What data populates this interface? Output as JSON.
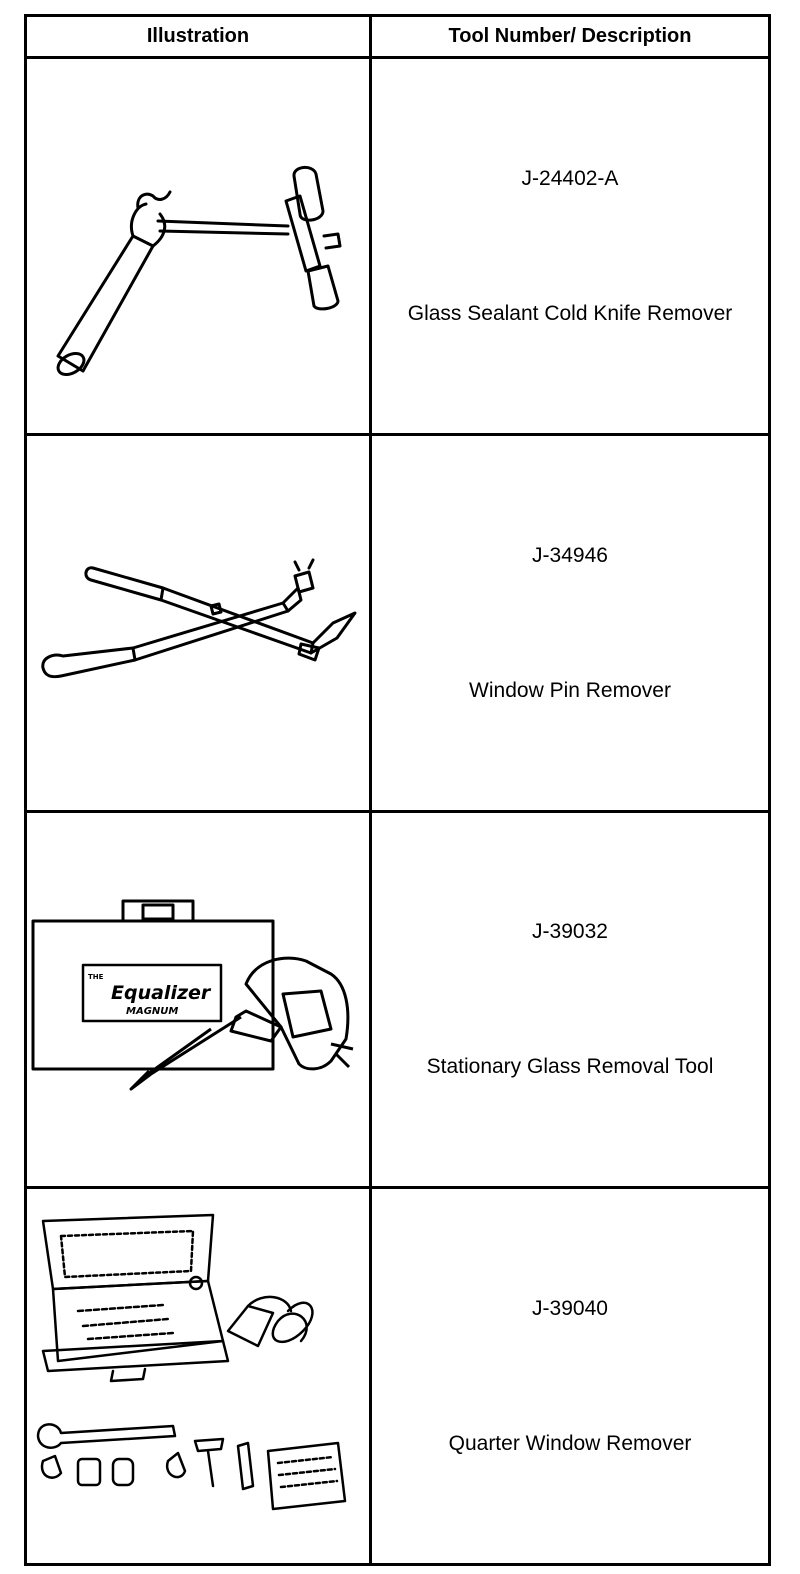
{
  "table": {
    "headers": [
      "Illustration",
      "Tool Number/ Description"
    ],
    "rows": [
      {
        "number": "J-24402-A",
        "description": "Glass Sealant Cold Knife Remover",
        "icon": "cold-knife-remover-icon"
      },
      {
        "number": "J-34946",
        "description": "Window Pin Remover",
        "icon": "window-pin-remover-icon"
      },
      {
        "number": "J-39032",
        "description": "Stationary Glass Removal Tool",
        "icon": "equalizer-magnum-kit-icon",
        "illustration_text": {
          "brand_small": "THE",
          "brand": "Equalizer",
          "brand_sub": "MAGNUM"
        }
      },
      {
        "number": "J-39040",
        "description": "Quarter Window Remover",
        "icon": "quarter-window-remover-kit-icon"
      }
    ]
  }
}
